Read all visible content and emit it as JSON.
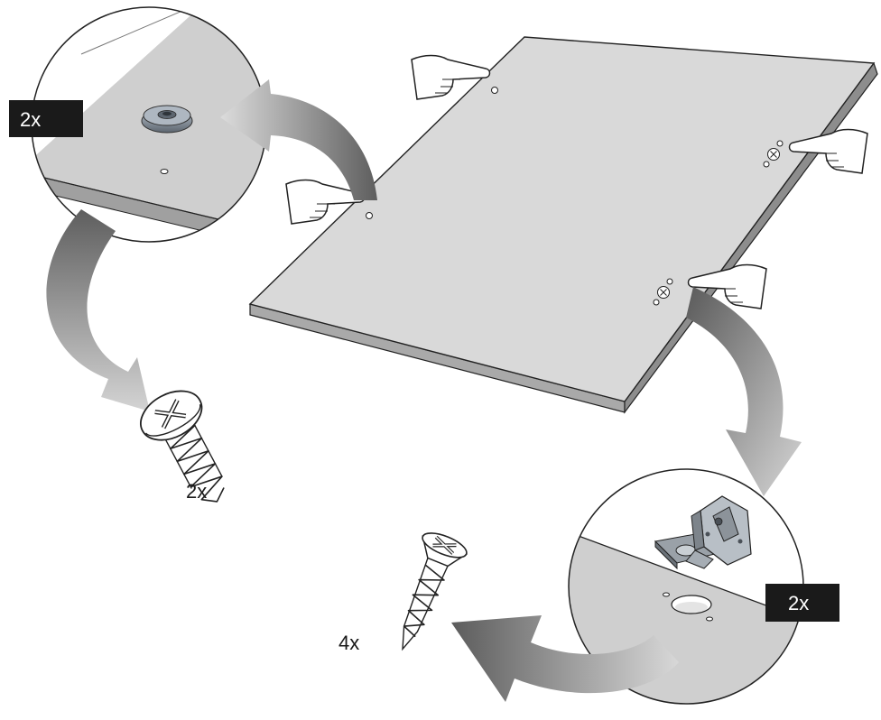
{
  "callouts": {
    "top_left_qty": "2x",
    "screw_pan_qty": "2x",
    "hinge_qty": "2x",
    "screw_countersunk_qty": "4x"
  },
  "icons": [
    "pointing-hand-icon",
    "curved-arrow-icon",
    "magnifier-circle",
    "pan-head-screw",
    "countersunk-screw",
    "cabinet-hinge",
    "bumper-pad"
  ],
  "colors": {
    "panel_top": "#d9d9d9",
    "panel_edge": "#a9a9a9",
    "label_bg": "#1a1a1a",
    "arrow_dark": "#5e5e5e",
    "arrow_light": "#cfcfcf"
  }
}
